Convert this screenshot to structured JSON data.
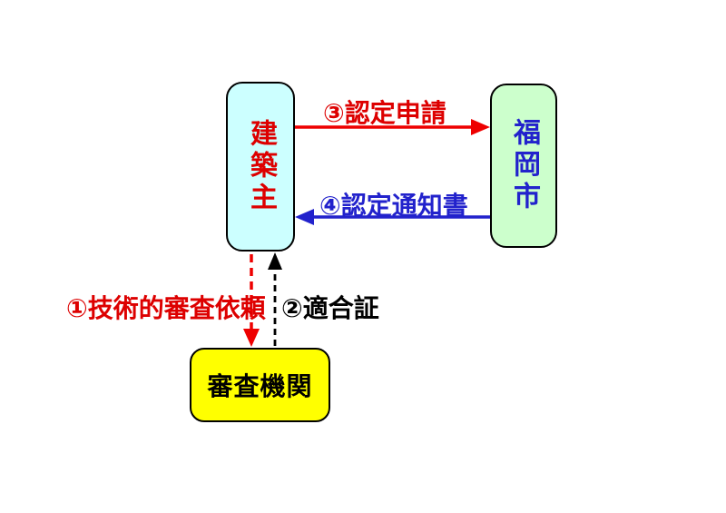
{
  "diagram": {
    "title": "",
    "background": "#FFFFFF",
    "nodes": {
      "builder": {
        "label": "建築主",
        "fill": "#CCFFFF",
        "text_color": "#DD0000",
        "border_color": "#000000"
      },
      "city": {
        "label": "福岡市",
        "fill": "#CCFFCC",
        "text_color": "#2222CC",
        "border_color": "#000000"
      },
      "agency": {
        "label": "審査機関",
        "fill": "#FFFF00",
        "text_color": "#000000",
        "border_color": "#000000"
      }
    },
    "flows": [
      {
        "step": "①",
        "label": "①技術的審査依頼",
        "from": "builder",
        "to": "agency",
        "line_style": "dashed",
        "color": "#EE0000"
      },
      {
        "step": "②",
        "label": "②適合証",
        "from": "agency",
        "to": "builder",
        "line_style": "dashed",
        "color": "#000000"
      },
      {
        "step": "③",
        "label": "③認定申請",
        "from": "builder",
        "to": "city",
        "line_style": "solid",
        "color": "#EE0000"
      },
      {
        "step": "④",
        "label": "④認定通知書",
        "from": "city",
        "to": "builder",
        "line_style": "solid",
        "color": "#2222CC"
      }
    ]
  }
}
